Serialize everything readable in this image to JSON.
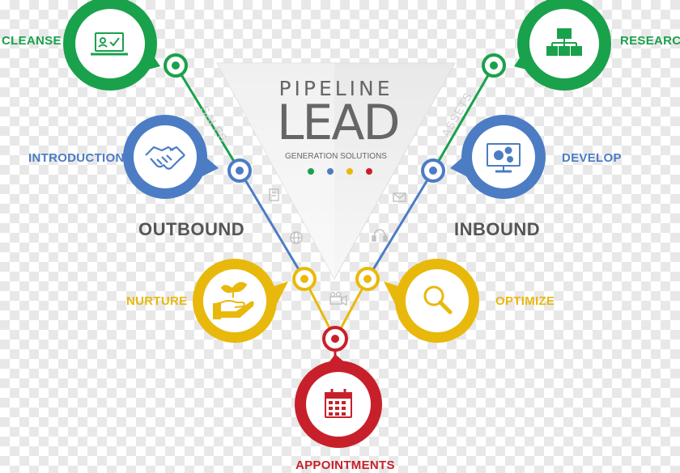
{
  "title": {
    "line1": "PIPELINE",
    "line2": "LEAD",
    "line3": "GENERATION SOLUTIONS"
  },
  "side_labels": {
    "left": "OUTBOUND",
    "right": "INBOUND"
  },
  "branch_labels": {
    "left": "SALES",
    "right": "ASSETS"
  },
  "stages": {
    "cleanse": {
      "label": "CLEANSE",
      "color": "#1aa14b",
      "icon": "laptop-check-icon"
    },
    "research": {
      "label": "RESEARCH",
      "color": "#1aa14b",
      "icon": "org-chart-icon"
    },
    "introduction": {
      "label": "INTRODUCTION",
      "color": "#4c7cc4",
      "icon": "handshake-icon"
    },
    "develop": {
      "label": "DEVELOP",
      "color": "#4c7cc4",
      "icon": "monitor-gears-icon"
    },
    "nurture": {
      "label": "NURTURE",
      "color": "#e8b90c",
      "icon": "hand-plant-icon"
    },
    "optimize": {
      "label": "OPTIMIZE",
      "color": "#e8b90c",
      "icon": "magnifier-icon"
    },
    "appointments": {
      "label": "APPOINTMENTS",
      "color": "#c8202a",
      "icon": "calendar-icon"
    }
  },
  "dots": [
    "#1aa14b",
    "#4c7cc4",
    "#e8b90c",
    "#c8202a"
  ],
  "small_icons": [
    "document-icon",
    "globe-icon",
    "envelope-icon",
    "headset-icon",
    "video-camera-icon"
  ]
}
